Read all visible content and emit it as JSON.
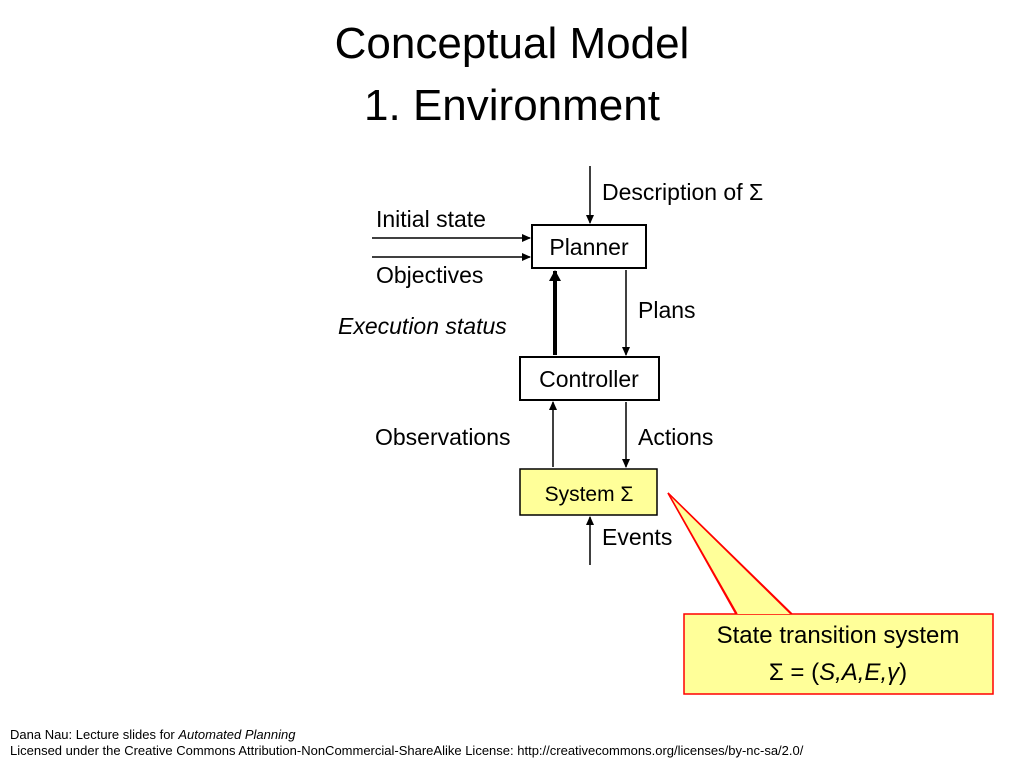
{
  "title": {
    "line1": "Conceptual Model",
    "line2": "1. Environment"
  },
  "diagram": {
    "inputs": {
      "description": "Description of Σ",
      "initial_state": "Initial state",
      "objectives": "Objectives",
      "execution_status": "Execution status",
      "plans": "Plans",
      "observations": "Observations",
      "actions": "Actions",
      "events": "Events"
    },
    "boxes": {
      "planner": "Planner",
      "controller": "Controller",
      "system": "System Σ"
    },
    "colors": {
      "system_fill": "#ffff99",
      "callout_fill": "#ffff99",
      "callout_stroke": "#ff0000"
    }
  },
  "callout": {
    "line1": "State transition system",
    "sigma": "Σ",
    "equals": " = (",
    "tuple": "S,A,E,",
    "gamma": "γ",
    "close": ")"
  },
  "footer": {
    "line1_prefix": "Dana Nau: Lecture slides for ",
    "line1_title": "Automated Planning",
    "line2": "Licensed under the Creative Commons Attribution-NonCommercial-ShareAlike License: http://creativecommons.org/licenses/by-nc-sa/2.0/"
  }
}
